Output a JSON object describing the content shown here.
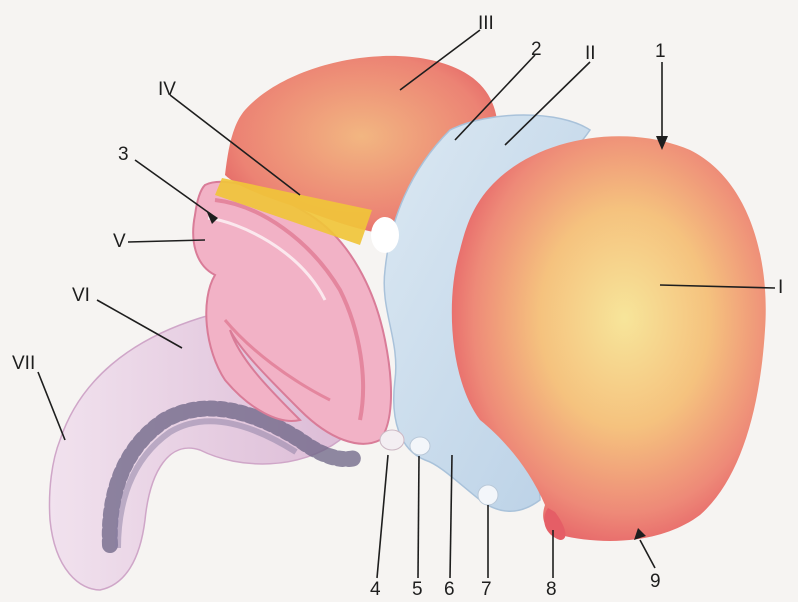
{
  "diagram": {
    "numeric_labels": [
      "1",
      "2",
      "3",
      "4",
      "5",
      "6",
      "7",
      "8",
      "9"
    ],
    "roman_labels": [
      "I",
      "II",
      "III",
      "IV",
      "V",
      "VI",
      "VII"
    ]
  },
  "colors": {
    "background": "#f6f4f2",
    "red_mass": "#e9626a",
    "yellow_center": "#f6e08a",
    "blue_mass": "#c9dcec",
    "pink_fold": "#f2b2c6",
    "lilac_tube": "#e5c6de",
    "dark_villi": "#6b6384",
    "yellow_band": "#f0c43a",
    "label_ink": "#1e1e1e"
  }
}
